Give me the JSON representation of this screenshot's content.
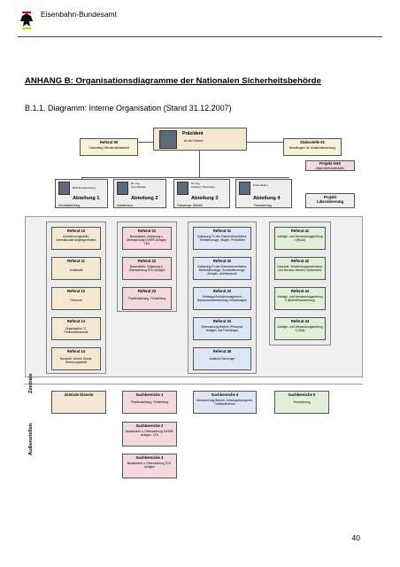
{
  "header": {
    "agency": "Eisenbahn-Bundesamt",
    "logo_icon": "federal-eagle-icon"
  },
  "heading": "ANHANG B: Organisationsdiagramme der Nationalen Sicherheitsbehörde",
  "subheading": "B.1.1. Diagramm: Interne Organisation (Stand 31.12.2007)",
  "chart": {
    "president": {
      "title": "Präsident",
      "name": "Armin Kaeser"
    },
    "referat90": {
      "title": "Referat 90",
      "text": "Controlling Öffentlichkeitsarbeit"
    },
    "stabsstelle91": {
      "title": "Stabsstelle 91",
      "text": "Beauftragter für Unfalluntersuchung"
    },
    "projekt_ahs": {
      "title": "Projekt AHS",
      "text": "Allgemeinbundesbahn"
    },
    "abteilung1": {
      "label": "Abteilung 1",
      "sub": "Zentralabteilung",
      "person": "Ralf Schweinsberg"
    },
    "abteilung2": {
      "label": "Abteilung 2",
      "sub": "Infrastruktur",
      "person_line1": "Dr.-Ing.",
      "person_line2": "Jens Böhlke"
    },
    "abteilung3": {
      "label": "Abteilung 3",
      "sub": "Fahrzeuge, Betrieb",
      "person_line1": "Dr.-Ing.",
      "person_line2": "Andreas Thomasen"
    },
    "abteilung4": {
      "label": "Abteilung 4",
      "sub": "Finanzierung",
      "person": "Peter Zeitler"
    },
    "projekt_liberalisierung": {
      "title": "Projekt",
      "text": "Liberalisierung"
    },
    "col1": [
      {
        "title": "Referat 10",
        "text": "Anerkennungsstelle, Internationale Angelegenheiten"
      },
      {
        "title": "Referat 11",
        "text": "Justitiariat"
      },
      {
        "title": "Referat 12",
        "text": "Personal"
      },
      {
        "title": "Referat 13",
        "text": "Organisation, IT, Personalwirtschaft"
      },
      {
        "title": "Referat 14",
        "text": "Haushalt, Innerer Dienst, Rechnungsstelle"
      }
    ],
    "col2": [
      {
        "title": "Referat 21",
        "text": "Bauaufsicht, Zulassung u. Überwachung IOHRR-Anlagen, LEA"
      },
      {
        "title": "Referat 22",
        "text": "Bauaufsicht, Zulassung u. Überwachung STE-Anlagen"
      },
      {
        "title": "Referat 23",
        "text": "Planfeststellung, Freistellung"
      }
    ],
    "col3": [
      {
        "title": "Referat 31",
        "text": "Zulassung Fz des Eisenbahnverkehrs, Triebfahrzeuge, Wagen, Prüfstellen"
      },
      {
        "title": "Referat 32",
        "text": "Zulassung Fz des Eisenbahnverkehrs, Nebenfahrzeuge, Sonderfahrzeuge, Anlagen, Arbeitsschutz"
      },
      {
        "title": "Referat 33",
        "text": "Gefahrgut/Notfallmanagement, Bauzustandsbewertung, Kesselwagen"
      },
      {
        "title": "Referat 34",
        "text": "Überwachung Betrieb (Personal, Anlagen und Fahrzeuge)"
      },
      {
        "title": "Referat 35",
        "text": "Aufsicht Fahrzeuge"
      }
    ],
    "col4": [
      {
        "title": "Referat 41",
        "text": "Anträge- und Verwendungsprüfung I (Bund)"
      },
      {
        "title": "Referat 42",
        "text": "Haushalt, Verwendungsnachweise- und Neubau-Verkehr, Nahverkehr"
      },
      {
        "title": "Referat 43",
        "text": "Anträge- und Verwendungsprüfung II (Berlin/Brandenburg)"
      },
      {
        "title": "Referat 44",
        "text": "Anträge- und Verwendungsprüfung 3 (Süd)"
      }
    ],
    "label_zentrale": "Zentrale",
    "label_aussenstellen": "Außenstellen",
    "outstations": {
      "zentrale_dienste": {
        "title": "Zentrale Dienste"
      },
      "sb1": {
        "title": "Sachbereiche 1",
        "text": "Planfeststellung, Freistellung"
      },
      "sb2": {
        "title": "Sachbereiche 2",
        "text": "Bauaufsicht u. Überwachung IOHRR-Anlagen, LEA"
      },
      "sb3": {
        "title": "Sachbereiche 3",
        "text": "Bauaufsicht u. Überwachung STE-Anlagen"
      },
      "sb4": {
        "title": "Sachbereiche 4",
        "text": "Überwachung Betrieb, Gefahrguttransporte, Unfallaufnahme"
      },
      "sb5": {
        "title": "Sachbereiche 5",
        "text": "Finanzierung"
      }
    }
  },
  "page_number": "40",
  "colors": {
    "beige": "#f5e8d3",
    "pink": "#f3d9dc",
    "blue": "#dde6f5",
    "green": "#e0efd8",
    "yellow": "#f7f3d6"
  }
}
